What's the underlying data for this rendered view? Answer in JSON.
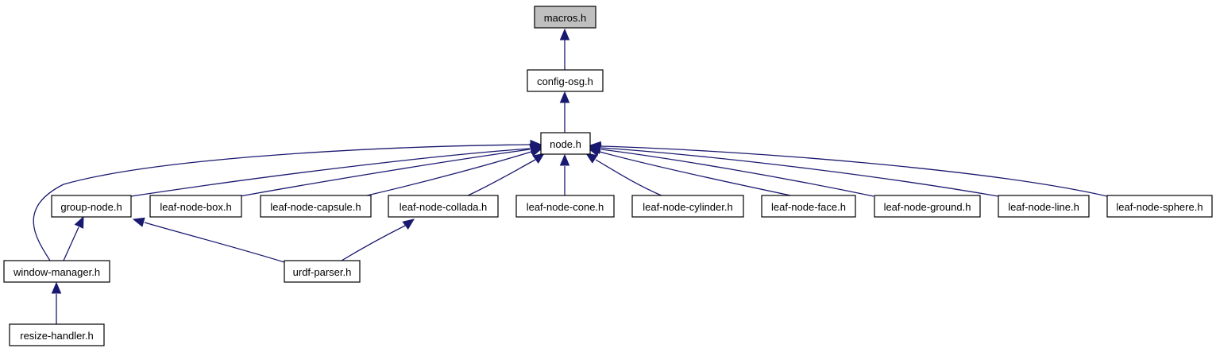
{
  "diagram": {
    "colors": {
      "edge": "#191970",
      "node_border": "#000000",
      "node_fill": "#ffffff",
      "root_fill": "#bfbfbf"
    },
    "nodes": [
      {
        "id": "macros",
        "label": "macros.h",
        "root": true
      },
      {
        "id": "config",
        "label": "config-osg.h"
      },
      {
        "id": "node",
        "label": "node.h"
      },
      {
        "id": "group",
        "label": "group-node.h"
      },
      {
        "id": "box",
        "label": "leaf-node-box.h"
      },
      {
        "id": "capsule",
        "label": "leaf-node-capsule.h"
      },
      {
        "id": "collada",
        "label": "leaf-node-collada.h"
      },
      {
        "id": "cone",
        "label": "leaf-node-cone.h"
      },
      {
        "id": "cylinder",
        "label": "leaf-node-cylinder.h"
      },
      {
        "id": "face",
        "label": "leaf-node-face.h"
      },
      {
        "id": "ground",
        "label": "leaf-node-ground.h"
      },
      {
        "id": "line",
        "label": "leaf-node-line.h"
      },
      {
        "id": "sphere",
        "label": "leaf-node-sphere.h"
      },
      {
        "id": "window",
        "label": "window-manager.h"
      },
      {
        "id": "urdf",
        "label": "urdf-parser.h"
      },
      {
        "id": "resize",
        "label": "resize-handler.h"
      }
    ],
    "edges": [
      {
        "from": "config",
        "to": "macros"
      },
      {
        "from": "node",
        "to": "config"
      },
      {
        "from": "group",
        "to": "node"
      },
      {
        "from": "box",
        "to": "node"
      },
      {
        "from": "capsule",
        "to": "node"
      },
      {
        "from": "collada",
        "to": "node"
      },
      {
        "from": "cone",
        "to": "node"
      },
      {
        "from": "cylinder",
        "to": "node"
      },
      {
        "from": "face",
        "to": "node"
      },
      {
        "from": "ground",
        "to": "node"
      },
      {
        "from": "line",
        "to": "node"
      },
      {
        "from": "sphere",
        "to": "node"
      },
      {
        "from": "window",
        "to": "node"
      },
      {
        "from": "window",
        "to": "group"
      },
      {
        "from": "urdf",
        "to": "group"
      },
      {
        "from": "urdf",
        "to": "collada"
      },
      {
        "from": "resize",
        "to": "window"
      }
    ]
  }
}
